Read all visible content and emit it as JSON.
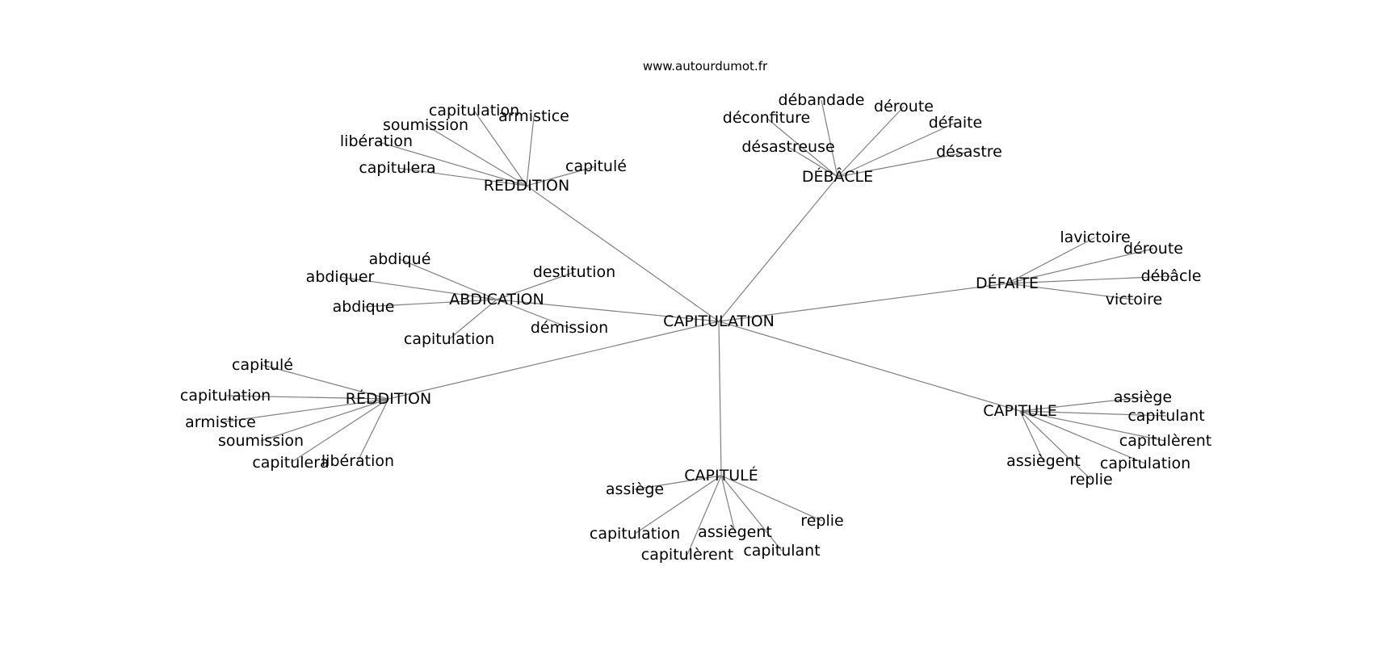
{
  "site": "www.autourdumot.fr",
  "center": "CAPITULATION",
  "hubs": [
    {
      "label": "REDDITION",
      "leaves": [
        "capitulation",
        "armistice",
        "soumission",
        "libération",
        "capitulera",
        "capitulé"
      ]
    },
    {
      "label": "DÉBÂCLE",
      "leaves": [
        "débandade",
        "déroute",
        "déconfiture",
        "défaite",
        "désastreuse",
        "désastre"
      ]
    },
    {
      "label": "ABDICATION",
      "leaves": [
        "abdiqué",
        "destitution",
        "abdiquer",
        "abdique",
        "capitulation",
        "démission"
      ]
    },
    {
      "label": "DÉFAITE",
      "leaves": [
        "lavictoire",
        "déroute",
        "débâcle",
        "victoire"
      ]
    },
    {
      "label": "RÉDDITION",
      "leaves": [
        "capitulé",
        "capitulation",
        "armistice",
        "soumission",
        "capitulera",
        "libération"
      ]
    },
    {
      "label": "CAPITULE",
      "leaves": [
        "assiège",
        "capitulant",
        "capitulèrent",
        "assiègent",
        "capitulation",
        "replie"
      ]
    },
    {
      "label": "CAPITULÉ",
      "leaves": [
        "assiège",
        "replie",
        "capitulation",
        "assiègent",
        "capitulèrent",
        "capitulant"
      ]
    }
  ]
}
